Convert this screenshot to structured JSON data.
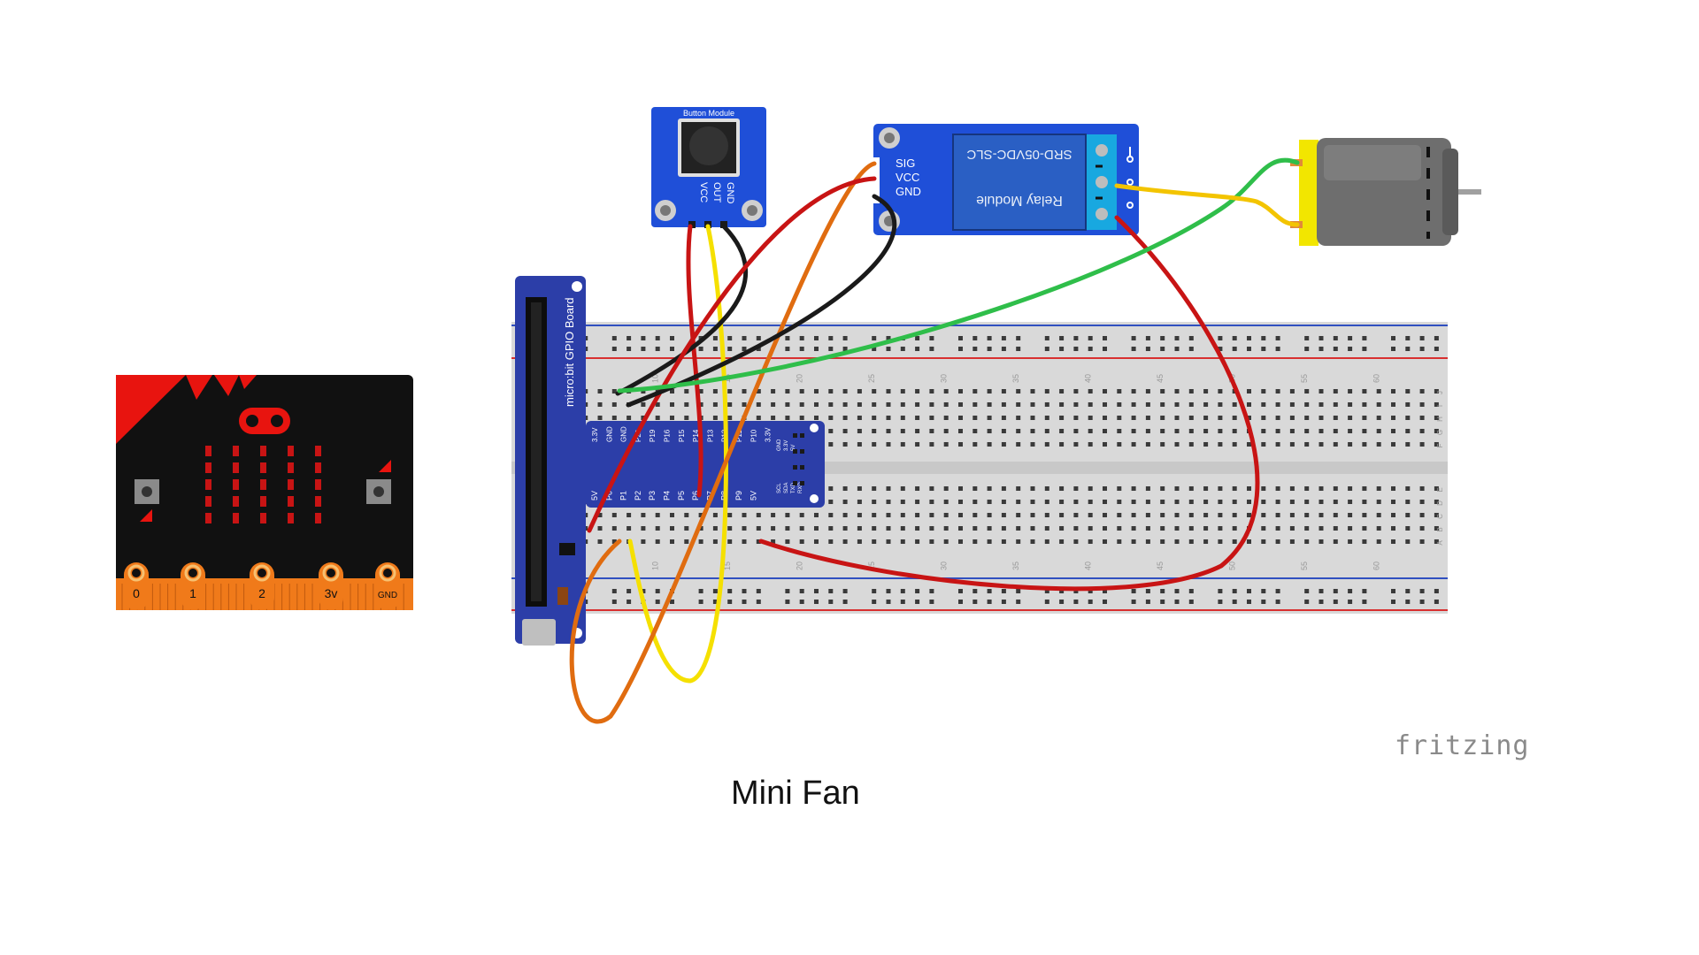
{
  "caption": "Mini Fan",
  "brand": "fritzing",
  "microbit": {
    "pads": [
      "0",
      "1",
      "2",
      "3v",
      "GND"
    ]
  },
  "gpio_board": {
    "title": "micro:bit GPIO Board",
    "top_pins": [
      "3.3V",
      "GND",
      "GND",
      "P20",
      "P19",
      "P16",
      "P15",
      "P14",
      "P13",
      "P12",
      "P11",
      "P10",
      "3.3V"
    ],
    "bottom_pins": [
      "5V",
      "P0",
      "P1",
      "P2",
      "P3",
      "P4",
      "P5",
      "P6",
      "P7",
      "P8",
      "P9",
      "5V"
    ],
    "side_pins": [
      "SCL",
      "SDA",
      "TXD",
      "RXD",
      "GND",
      "3.3V",
      "5V"
    ]
  },
  "button_module": {
    "title": "Button Module",
    "pins": [
      "GND",
      "OUT",
      "VCC"
    ]
  },
  "relay_module": {
    "pins": [
      "SIG",
      "VCC",
      "GND"
    ],
    "part": "SRD-05VDC-SLC",
    "name": "Relay Module"
  },
  "breadboard": {
    "column_numbers_top": [
      "10",
      "15",
      "20",
      "25",
      "30",
      "35",
      "40",
      "45",
      "50",
      "55",
      "60"
    ],
    "column_numbers_bottom": [
      "10",
      "15",
      "20",
      "25",
      "30",
      "35",
      "40",
      "45",
      "50",
      "55",
      "60"
    ],
    "row_letters_top": [
      "J",
      "I",
      "H",
      "G",
      "F"
    ],
    "row_letters_bottom": [
      "E",
      "D",
      "C",
      "B",
      "A"
    ]
  },
  "colors": {
    "breadboard": "#d9d9d9",
    "rail_red": "#d83030",
    "rail_blue": "#3050c0",
    "gpio_board": "#2c3ea8",
    "module_blue": "#1f4fd8",
    "relay_body": "#2a5fc4",
    "terminal": "#18a8e0",
    "motor": "#6e6e6e",
    "motor_cap": "#f2e600",
    "microbit_body": "#111111",
    "microbit_red": "#e8140f",
    "microbit_pads": "#f07a1a",
    "wire_red": "#c81414",
    "wire_black": "#1a1a1a",
    "wire_yellow": "#f5e000",
    "wire_orange": "#e06c10",
    "wire_green": "#2fbe4a",
    "wire_yellow_motor": "#f3c400"
  }
}
